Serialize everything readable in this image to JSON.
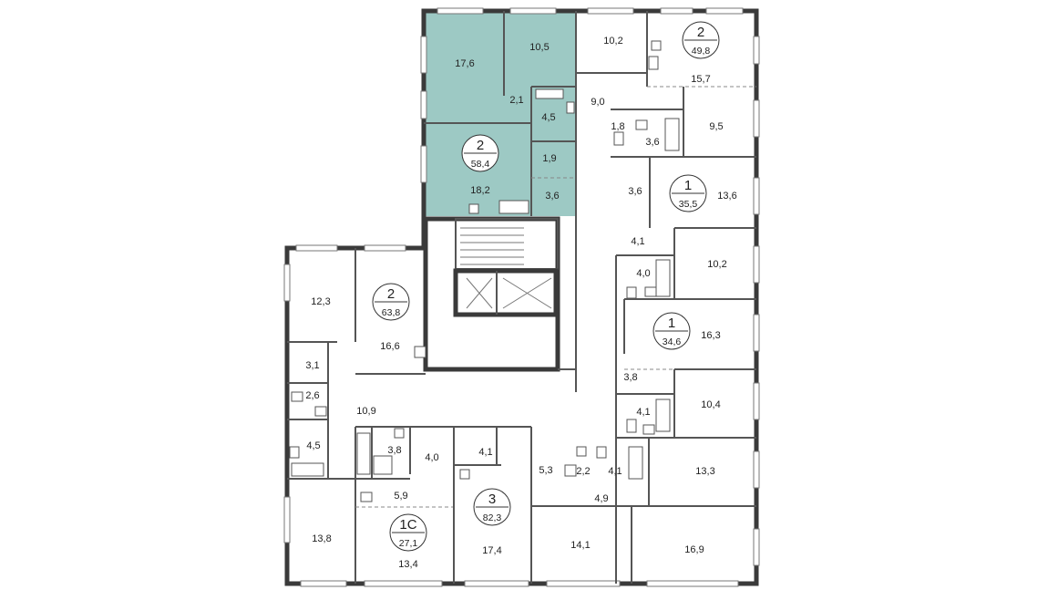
{
  "colors": {
    "highlight": "#9dc9c4",
    "wall": "#3a3a3a",
    "background": "#ffffff"
  },
  "apartments": [
    {
      "id": "2-58-4",
      "rooms": "2",
      "total": "58,4",
      "selected": true
    },
    {
      "id": "2-49-8",
      "rooms": "2",
      "total": "49,8"
    },
    {
      "id": "1-35-5",
      "rooms": "1",
      "total": "35,5"
    },
    {
      "id": "2-63-8",
      "rooms": "2",
      "total": "63,8"
    },
    {
      "id": "1-34-6",
      "rooms": "1",
      "total": "34,6"
    },
    {
      "id": "3-82-3",
      "rooms": "3",
      "total": "82,3"
    },
    {
      "id": "1c-27-1",
      "rooms": "1С",
      "total": "27,1"
    }
  ],
  "rooms": [
    "17,6",
    "10,5",
    "2,1",
    "4,5",
    "1,9",
    "18,2",
    "3,6",
    "10,2",
    "15,7",
    "9,0",
    "1,8",
    "3,6",
    "9,5",
    "3,6",
    "13,6",
    "4,1",
    "4,0",
    "10,2",
    "12,3",
    "16,6",
    "3,1",
    "2,6",
    "4,5",
    "10,9",
    "16,3",
    "3,8",
    "4,1",
    "10,4",
    "13,3",
    "3,8",
    "4,0",
    "4,1",
    "5,3",
    "2,2",
    "4,1",
    "4,9",
    "5,9",
    "13,8",
    "13,4",
    "17,4",
    "14,1",
    "16,9"
  ]
}
